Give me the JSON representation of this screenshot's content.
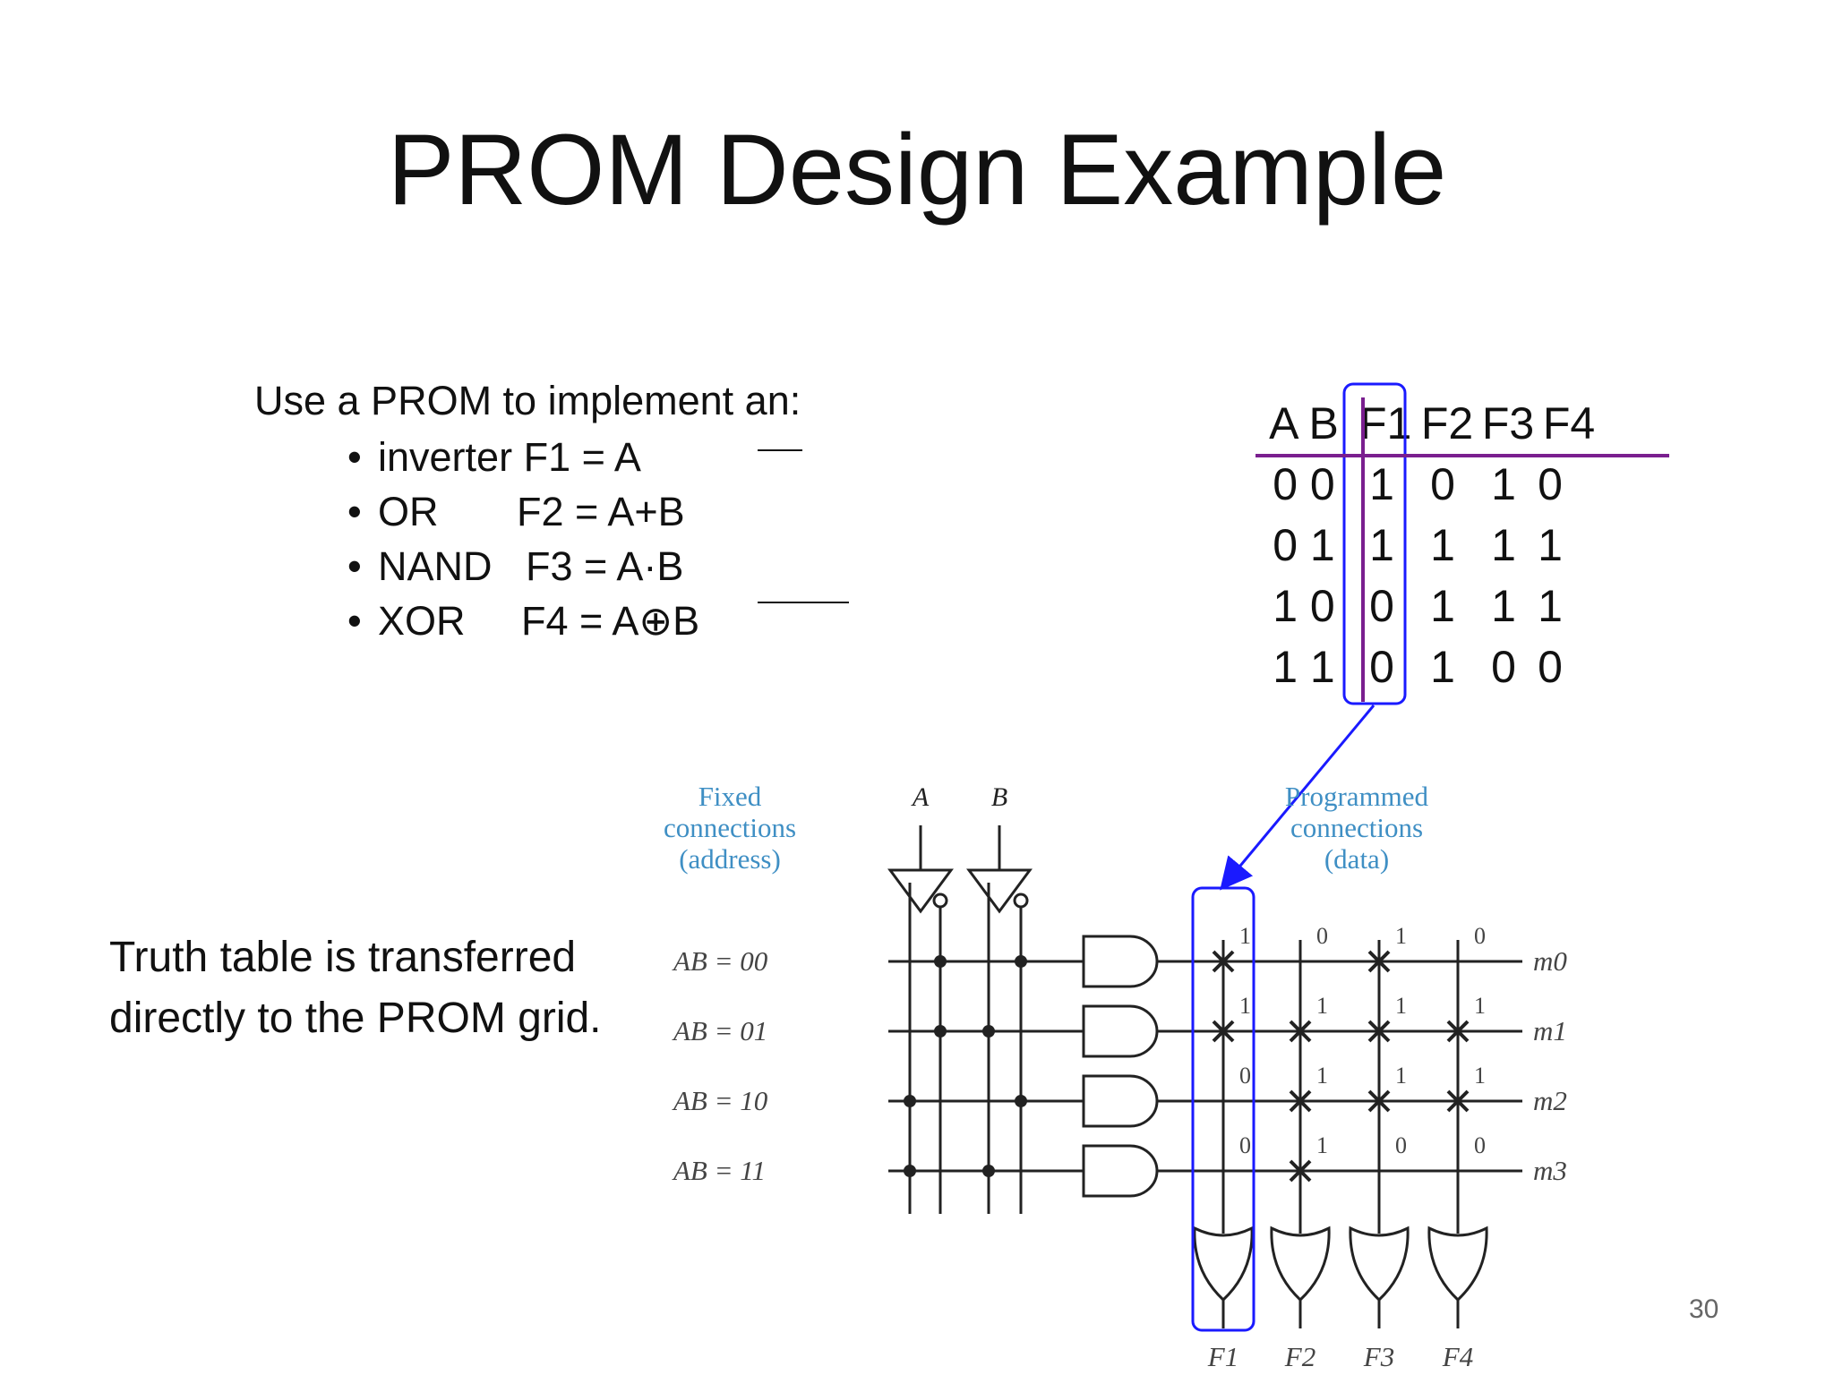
{
  "slide": {
    "title": "PROM Design Example",
    "page_number": "30"
  },
  "task": {
    "intro": "Use a PROM to implement an:",
    "bullets": [
      {
        "name": "inverter",
        "formula": "F1 = A"
      },
      {
        "name": "OR",
        "formula": "F2 = A+B"
      },
      {
        "name": "NAND",
        "formula": "F3 = A·B"
      },
      {
        "name": "XOR",
        "formula": "F4 = A⊕B"
      }
    ]
  },
  "note": {
    "line1": "Truth table is transferred",
    "line2": "directly to the PROM grid."
  },
  "truth_table": {
    "header_ab": "A B",
    "header_outputs": [
      "F1",
      "F2",
      "F3",
      "F4"
    ],
    "rows": [
      {
        "ab": "0 0",
        "f": [
          "1",
          "0",
          "1",
          "0"
        ]
      },
      {
        "ab": "0 1",
        "f": [
          "1",
          "1",
          "1",
          "1"
        ]
      },
      {
        "ab": "1 0",
        "f": [
          "0",
          "1",
          "1",
          "1"
        ]
      },
      {
        "ab": "1 1",
        "f": [
          "0",
          "1",
          "0",
          "0"
        ]
      }
    ],
    "highlight_color": "#1a1aff",
    "divider_color": "#7a1f8f"
  },
  "prom_diagram": {
    "fixed_label": [
      "Fixed",
      "connections",
      "(address)"
    ],
    "programmed_label": [
      "Programmed",
      "connections",
      "(data)"
    ],
    "label_color": "#3f8fc4",
    "inputs": [
      "A",
      "B"
    ],
    "address_rows": [
      "AB = 00",
      "AB = 01",
      "AB = 10",
      "AB = 11"
    ],
    "minterms": [
      "m0",
      "m1",
      "m2",
      "m3"
    ],
    "outputs": [
      "F1",
      "F2",
      "F3",
      "F4"
    ],
    "bits": [
      [
        "1",
        "0",
        "1",
        "0"
      ],
      [
        "1",
        "1",
        "1",
        "1"
      ],
      [
        "0",
        "1",
        "1",
        "1"
      ],
      [
        "0",
        "1",
        "0",
        "0"
      ]
    ]
  }
}
